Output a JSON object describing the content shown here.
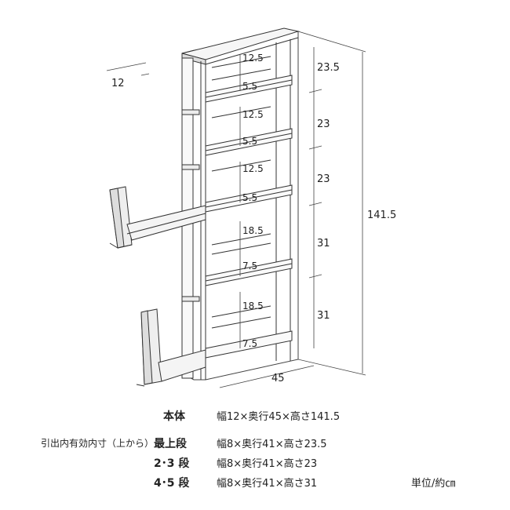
{
  "diagram": {
    "dims": {
      "depth_top": "12",
      "total_height": "141.5",
      "width_bottom": "45",
      "section_heights": [
        "23.5",
        "23",
        "23",
        "31",
        "31"
      ],
      "inner_gaps": [
        "12.5",
        "5.5",
        "12.5",
        "5.5",
        "12.5",
        "5.5",
        "18.5",
        "7.5",
        "18.5",
        "7.5"
      ]
    }
  },
  "specs": {
    "body_label": "本体",
    "body_value": "幅12×奥行45×高さ141.5",
    "drawer_caption": "引出内有効内寸（上から）",
    "rows": [
      {
        "label": "最上段",
        "value": "幅8×奥行41×高さ23.5"
      },
      {
        "label": "2･3 段",
        "value": "幅8×奥行41×高さ23"
      },
      {
        "label": "4･5 段",
        "value": "幅8×奥行41×高さ31"
      }
    ],
    "unit": "単位/約㎝"
  }
}
